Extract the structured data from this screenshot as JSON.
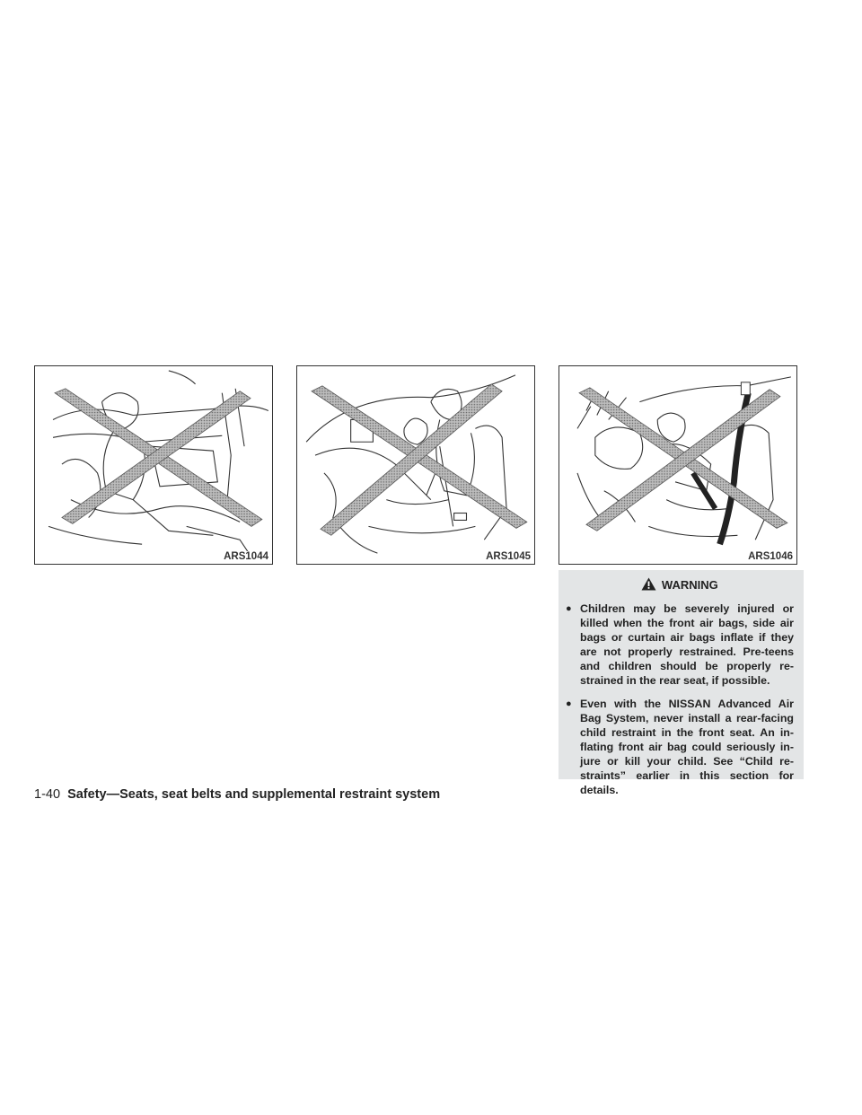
{
  "figures": [
    {
      "code": "ARS1044",
      "icon": "crossed-out-child-front-seat-illustration"
    },
    {
      "code": "ARS1045",
      "icon": "crossed-out-child-held-on-lap-illustration"
    },
    {
      "code": "ARS1046",
      "icon": "crossed-out-airbag-deploying-illustration"
    }
  ],
  "warning": {
    "icon": "warning-triangle-icon",
    "title": "WARNING",
    "items": [
      "Children may be severely injured or killed when the front air bags, side air bags or curtain air bags inflate if they are not properly restrained. Pre-teens and children should be properly re-strained in the rear seat, if possible.",
      "Even with the NISSAN Advanced Air Bag System, never install a rear-facing child restraint in the front seat. An in-flating front air bag could seriously in-jure or kill your child. See “Child re-straints” earlier in this section for details."
    ]
  },
  "footer": {
    "page_number": "1-40",
    "section_title": "Safety—Seats, seat belts and supplemental restraint system"
  },
  "colors": {
    "warning_bg": "#e3e5e6",
    "line_art": "#333333",
    "cross_fill": "#9a9a9a"
  }
}
